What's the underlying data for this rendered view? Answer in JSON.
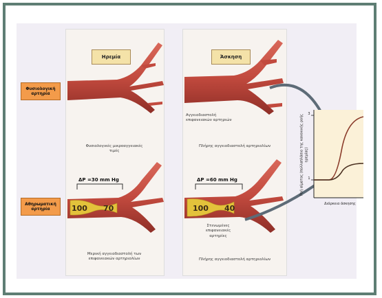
{
  "panels": {
    "left_title": "Ηρεμία",
    "right_title": "Άσκηση"
  },
  "side_tags": {
    "normal": "Φυσιολογική αρτηρία",
    "stenotic": "Αθηρωματική αρτηρία"
  },
  "captions": {
    "left_top": "Φυσιολογικές μικροαγγειακές τιμές",
    "left_bottom": "Μερική αγγειοδιαστολή των επιφανειακών αρτηριολίων",
    "right_top_1": "Αγγειοδιαστολή επιφανειακών αρτηριών",
    "right_top_2": "Πλήρης αγγειοδιαστολή αρτηριολίων",
    "right_bottom_1": "Στενωμένες επιφανειακές αρτηρίες",
    "right_bottom_2": "Πλήρης αγγειοδιαστολή αρτηριολίων"
  },
  "pressure": {
    "rest_label": "ΔΡ =30 mm Hg",
    "rest_in": "100",
    "rest_out": "70",
    "ex_label": "ΔΡ =60 mm Hg",
    "ex_in": "100",
    "ex_out": "40"
  },
  "chart": {
    "ylabel": "Ροή αίματος (πολλαπλάσιο της κανονικής ροής ηρεμίας)",
    "xlabel": "Διάρκεια άσκησης",
    "tick_top": "3",
    "tick_bottom": "1"
  },
  "colors": {
    "frame": "#5e7e74",
    "artery": "#c24a3e",
    "plaque": "#e3c23b",
    "tag": "#f39b4a"
  }
}
